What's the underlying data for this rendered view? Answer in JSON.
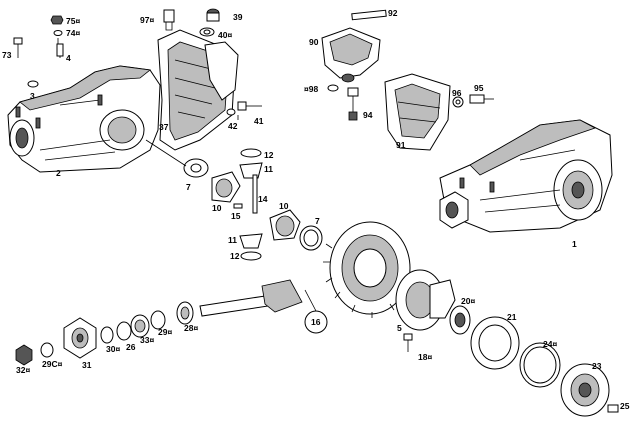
{
  "labels": [
    {
      "id": "p1",
      "text": "1"
    },
    {
      "id": "p2",
      "text": "2"
    },
    {
      "id": "p3",
      "text": "3"
    },
    {
      "id": "p4",
      "text": "4"
    },
    {
      "id": "p5",
      "text": "5"
    },
    {
      "id": "p7a",
      "text": "7"
    },
    {
      "id": "p7b",
      "text": "7"
    },
    {
      "id": "p10a",
      "text": "10"
    },
    {
      "id": "p10b",
      "text": "10"
    },
    {
      "id": "p11a",
      "text": "11"
    },
    {
      "id": "p11b",
      "text": "11"
    },
    {
      "id": "p12a",
      "text": "12"
    },
    {
      "id": "p12b",
      "text": "12"
    },
    {
      "id": "p14",
      "text": "14"
    },
    {
      "id": "p15",
      "text": "15"
    },
    {
      "id": "p16",
      "text": "16"
    },
    {
      "id": "p18",
      "text": "18¤"
    },
    {
      "id": "p20",
      "text": "20¤"
    },
    {
      "id": "p21",
      "text": "21"
    },
    {
      "id": "p23",
      "text": "23"
    },
    {
      "id": "p24",
      "text": "24¤"
    },
    {
      "id": "p25",
      "text": "25"
    },
    {
      "id": "p26",
      "text": "26"
    },
    {
      "id": "p28",
      "text": "28¤"
    },
    {
      "id": "p29",
      "text": "29¤"
    },
    {
      "id": "p29c",
      "text": "29C¤"
    },
    {
      "id": "p30",
      "text": "30¤"
    },
    {
      "id": "p31",
      "text": "31"
    },
    {
      "id": "p32",
      "text": "32¤"
    },
    {
      "id": "p33",
      "text": "33¤"
    },
    {
      "id": "p37",
      "text": "37"
    },
    {
      "id": "p39",
      "text": "39"
    },
    {
      "id": "p40",
      "text": "40¤"
    },
    {
      "id": "p41",
      "text": "41"
    },
    {
      "id": "p42",
      "text": "42"
    },
    {
      "id": "p73",
      "text": "73"
    },
    {
      "id": "p74",
      "text": "74¤"
    },
    {
      "id": "p75",
      "text": "75¤"
    },
    {
      "id": "p90",
      "text": "90"
    },
    {
      "id": "p91",
      "text": "91"
    },
    {
      "id": "p92",
      "text": "92"
    },
    {
      "id": "p94",
      "text": "94"
    },
    {
      "id": "p95",
      "text": "95"
    },
    {
      "id": "p96",
      "text": "96"
    },
    {
      "id": "p97",
      "text": "97¤"
    },
    {
      "id": "p98",
      "text": "¤98"
    }
  ]
}
